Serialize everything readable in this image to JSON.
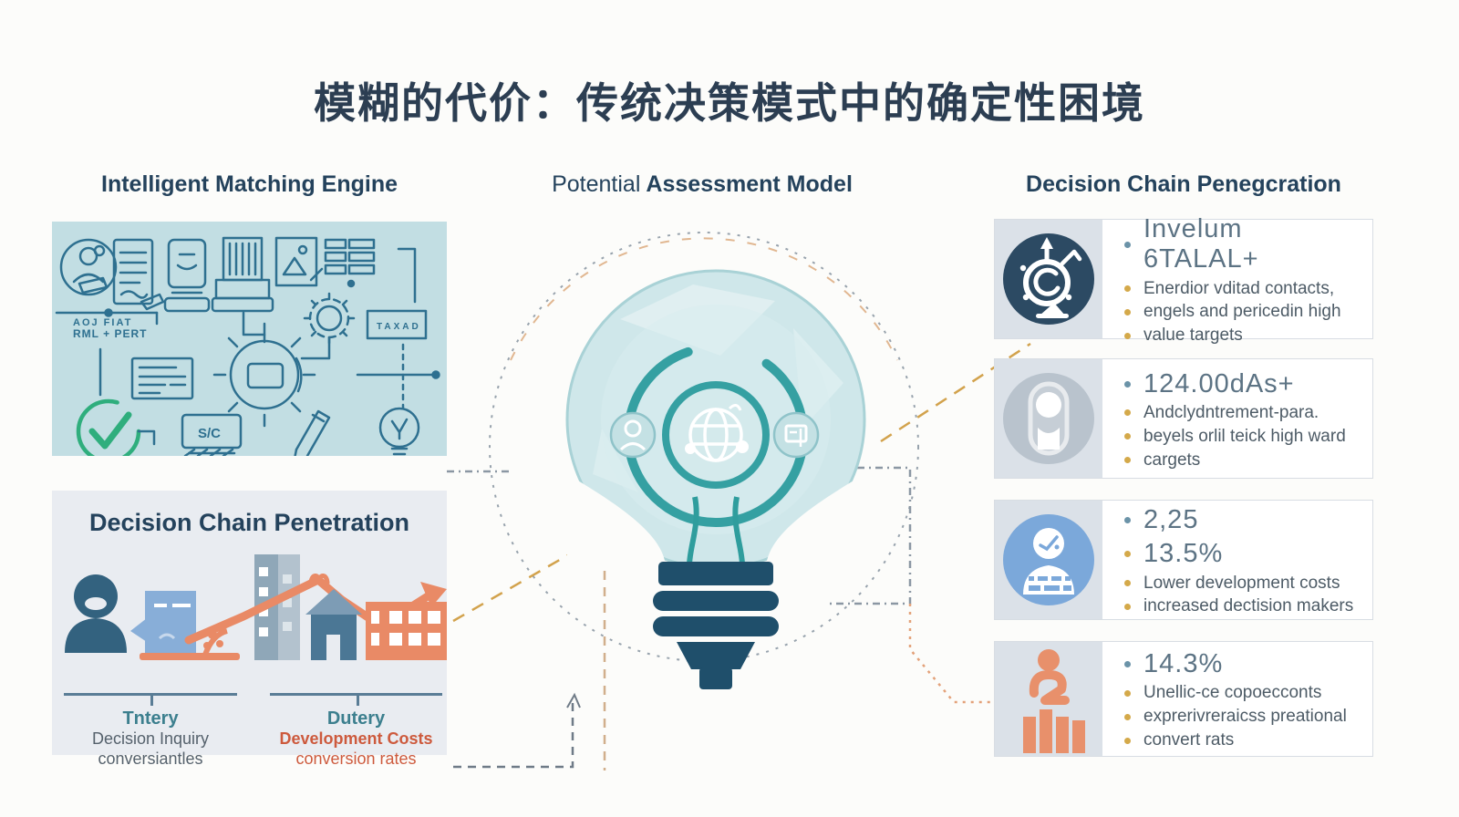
{
  "title": "模糊的代价：传统决策模式中的确定性困境",
  "headings": {
    "left": "Intelligent Matching Engine",
    "center_light": "Potential",
    "center_bold": "Assessment Model",
    "right": "Decision Chain Penegcration"
  },
  "matching_panel": {
    "label_line1": "AOJ  FIAT",
    "label_line2": "RML + PERT",
    "tag_label": "TAXAD",
    "monitor_label": "S/C"
  },
  "decision_panel": {
    "heading": "Decision Chain Penetration",
    "groups": [
      {
        "title": "Tntery",
        "line1": "Decision Inquiry",
        "line2": "conversiantles"
      },
      {
        "title": "Dutery",
        "line1": "Development Costs",
        "line2": "conversion rates"
      }
    ]
  },
  "cards": [
    {
      "icon": "gauge-target-icon",
      "lines": [
        {
          "text": "Invelum 6TALAL+"
        },
        {
          "text": "Enerdior vditad contacts,"
        },
        {
          "text": "engels and pericedin high"
        },
        {
          "text": "value targets"
        }
      ]
    },
    {
      "icon": "lock-icon",
      "lines": [
        {
          "text": "124.00dAs+"
        },
        {
          "text": "Andclydntrement-para."
        },
        {
          "text": "beyels orlil teick high ward"
        },
        {
          "text": "cargets"
        }
      ]
    },
    {
      "icon": "analyst-device-icon",
      "lines": [
        {
          "text": "2,25"
        },
        {
          "text": "13.5%"
        },
        {
          "text": "Lower development costs"
        },
        {
          "text": "increased dectision makers"
        }
      ]
    },
    {
      "icon": "person-bar-chart-icon",
      "lines": [
        {
          "text": "14.3%"
        },
        {
          "text": "Unellic-ce copoecconts"
        },
        {
          "text": "exprerivreraicss preational"
        },
        {
          "text": "convert rats"
        }
      ]
    }
  ],
  "colors": {
    "accent_teal": "#2f9d9d",
    "navy": "#24425c",
    "bulb_base_navy": "#1f4f6b",
    "orange": "#e98a66",
    "gold_bullet": "#d4a94a",
    "blue_bullet": "#6b93a8",
    "red_label": "#cd5a3d",
    "panel_cyan": "#c2dee3",
    "panel_gray": "#e9ecf1",
    "green_check": "#2fae7d"
  }
}
